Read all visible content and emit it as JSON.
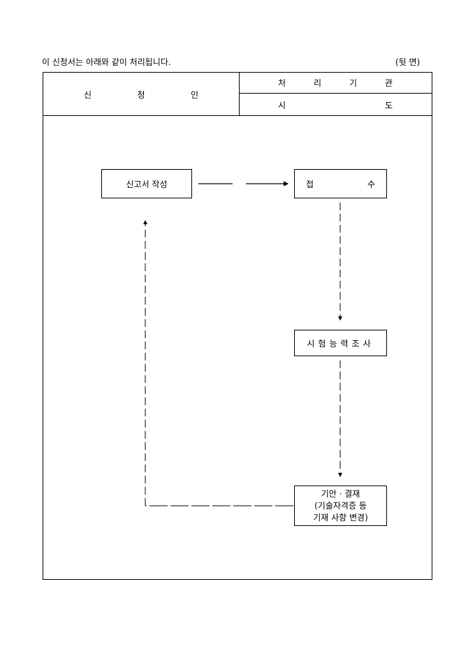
{
  "header": {
    "intro_text": "이 신청서는 아래와 같이 처리됩니다.",
    "page_side": "(뒷 면)"
  },
  "table": {
    "applicant_chars": [
      "신",
      "청",
      "인"
    ],
    "processing_org_chars": [
      "처",
      "리",
      "기",
      "관"
    ],
    "city_province_chars": [
      "시",
      "도"
    ]
  },
  "flow": {
    "draft": "신고서 작성",
    "receipt_chars": [
      "접",
      "수"
    ],
    "exam": "시험능력조사",
    "approval_lines": [
      "기안 · 결재",
      "(기술자격증 등",
      "기재 사항 변경)"
    ]
  },
  "colors": {
    "line": "#000000",
    "background": "#ffffff"
  }
}
